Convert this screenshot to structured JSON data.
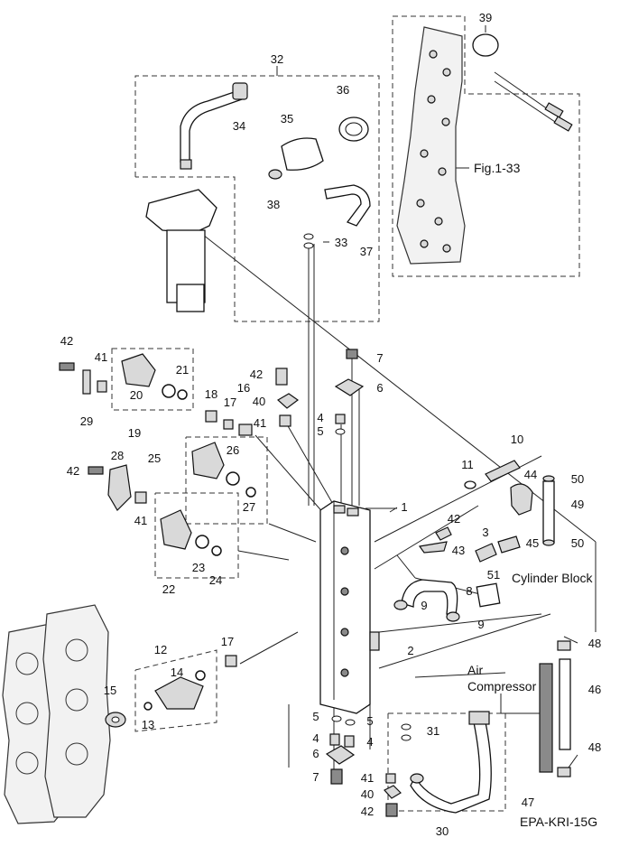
{
  "callouts": [
    "1",
    "2",
    "3",
    "4",
    "5",
    "6",
    "7",
    "8",
    "9",
    "10",
    "11",
    "12",
    "13",
    "14",
    "15",
    "16",
    "17",
    "18",
    "19",
    "20",
    "21",
    "22",
    "23",
    "24",
    "25",
    "26",
    "27",
    "28",
    "29",
    "30",
    "31",
    "32",
    "33",
    "34",
    "35",
    "36",
    "37",
    "38",
    "39",
    "40",
    "41",
    "42",
    "43",
    "44",
    "45",
    "46",
    "47",
    "48",
    "49",
    "50",
    "51"
  ],
  "labels": {
    "fig_ref": "Fig.1-33",
    "cylinder_block": "Cylinder Block",
    "air": "Air",
    "compressor": "Compressor",
    "code": "EPA-KRI-15G"
  }
}
